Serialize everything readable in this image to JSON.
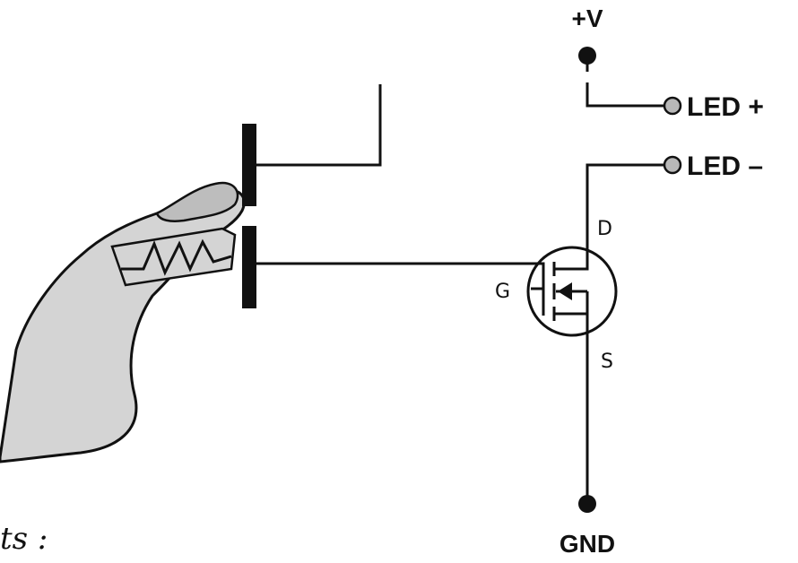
{
  "labels": {
    "supply": "+V",
    "led_plus": "LED +",
    "led_minus": "LED –",
    "ground": "GND",
    "drain": "D",
    "gate": "G",
    "source": "S",
    "handwriting": "ts :"
  },
  "colors": {
    "line": "#111111",
    "finger_fill": "#d4d4d4",
    "terminal_fill": "#b8b8b8",
    "background": "#ffffff"
  },
  "icons": {
    "finger": "finger-touch-icon",
    "transistor": "mosfet-symbol-icon"
  }
}
